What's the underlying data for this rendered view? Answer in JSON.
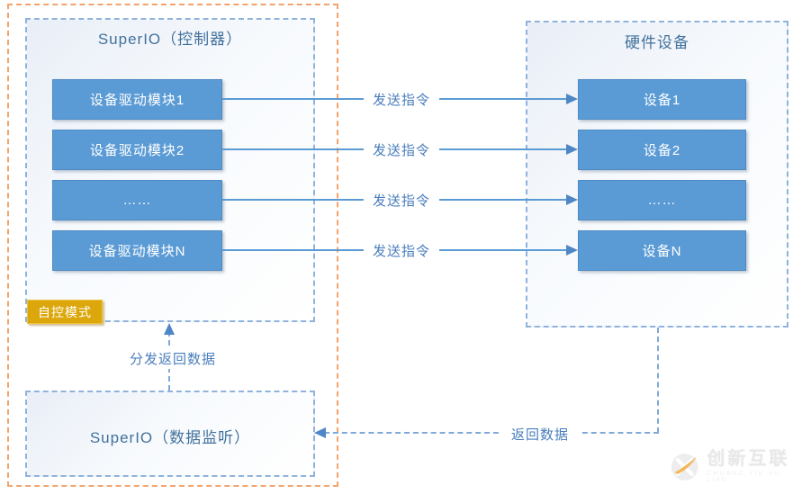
{
  "colors": {
    "box_blue": "#5b9bd5",
    "title_blue": "#41719c",
    "flow_label_blue": "#4a7ebc",
    "badge_gold": "#dba70a",
    "outer_dash_orange": "#f3a36b",
    "panel_dash_blue": "#8fb3dc",
    "watermark_orange": "#f2b04c"
  },
  "controller": {
    "title": "SuperIO（控制器）",
    "mode_badge": "自控模式",
    "modules": [
      "设备驱动模块1",
      "设备驱动模块2",
      "……",
      "设备驱动模块N"
    ]
  },
  "hardware": {
    "title": "硬件设备",
    "devices": [
      "设备1",
      "设备2",
      "……",
      "设备N"
    ]
  },
  "monitor": {
    "title": "SuperIO（数据监听）"
  },
  "flows": {
    "send": [
      "发送指令",
      "发送指令",
      "发送指令",
      "发送指令"
    ],
    "return_label": "返回数据",
    "distribute_label": "分发返回数据"
  },
  "watermark": {
    "brand": "创新互联",
    "subtext": "CHUANG XIN HU LIAN"
  }
}
